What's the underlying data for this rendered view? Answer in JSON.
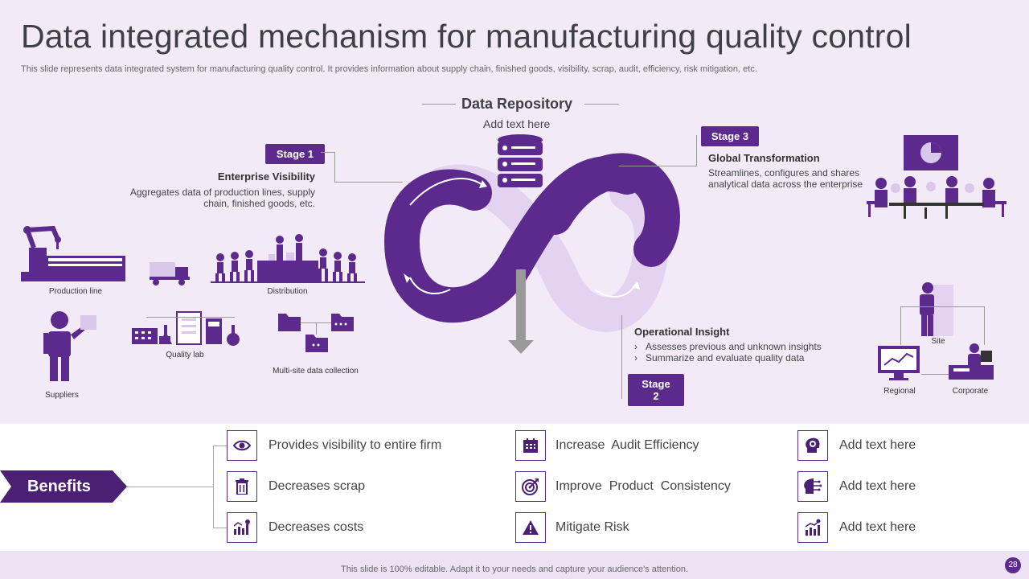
{
  "title": "Data integrated mechanism for manufacturing quality control",
  "subtitle": "This slide represents data integrated system for manufacturing quality control. It provides information about supply chain, finished goods, visibility, scrap, audit, efficiency, risk mitigation, etc.",
  "repository": {
    "title": "Data Repository",
    "text": "Add text here"
  },
  "stage1": {
    "tag": "Stage 1",
    "heading": "Enterprise Visibility",
    "line1": "Aggregates data of production lines, supply",
    "line2": "chain, finished goods, etc."
  },
  "stage2": {
    "tag": "Stage 2",
    "heading": "Operational Insight",
    "bullet1": "Assesses previous and unknown insights",
    "bullet2": "Summarize and evaluate quality data"
  },
  "stage3": {
    "tag": "Stage 3",
    "heading": "Global Transformation",
    "line1": "Streamlines, configures and shares",
    "line2": "analytical data across the enterprise"
  },
  "left_labels": {
    "production_line": "Production line",
    "distribution": "Distribution",
    "suppliers": "Suppliers",
    "quality_lab": "Quality lab",
    "multisite": "Multi-site data collection"
  },
  "right_labels": {
    "site": "Site",
    "regional": "Regional",
    "corporate": "Corporate"
  },
  "benefits": {
    "label": "Benefits",
    "items": [
      "Provides visibility to entire firm",
      "Decreases scrap",
      "Decreases costs",
      "Increase  Audit Efficiency",
      "Improve  Product  Consistency",
      "Mitigate Risk",
      "Add text here",
      "Add text here",
      "Add text here"
    ],
    "icons": [
      "eye-icon",
      "trash-icon",
      "cost-chart-icon",
      "calendar-icon",
      "target-icon",
      "warning-icon",
      "head-gear-icon",
      "head-circuit-icon",
      "growth-chart-icon"
    ]
  },
  "footer": "This slide is 100% editable. Adapt it to your needs and capture your audience's attention.",
  "page_number": "28",
  "colors": {
    "accent": "#5c2a8c",
    "light": "#e3d3f0",
    "background": "#f3eaf8"
  }
}
